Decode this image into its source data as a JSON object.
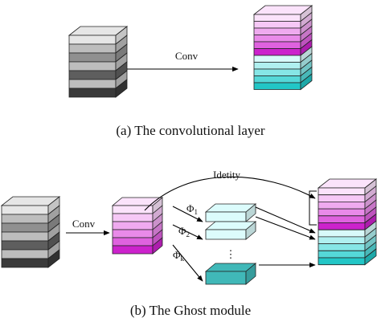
{
  "panel_a": {
    "caption": "(a) The convolutional layer",
    "conv_label": "Conv"
  },
  "panel_b": {
    "caption": "(b) The Ghost module",
    "conv_label": "Conv",
    "identity_label": "Idetity",
    "phi_symbol": "Φ",
    "phi_subscripts": [
      "1",
      "2",
      "k"
    ],
    "ellipsis": "⋮"
  },
  "colors": {
    "gray_layers": [
      "#e6e6e6",
      "#bdbdbd",
      "#909090",
      "#bdbdbd",
      "#5e5e5e",
      "#bdbdbd",
      "#3a3a3a"
    ],
    "magenta_layers": [
      "#fbe3fb",
      "#f6c8f6",
      "#efaaef",
      "#e98ae9",
      "#df62df",
      "#cc22cc"
    ],
    "cyan_layers": [
      "#d8fafa",
      "#b0f0f0",
      "#86e6e6",
      "#55d8d8",
      "#22c6c6"
    ],
    "light_cyan": "#dcfcfc",
    "teal": "#40b8b8"
  }
}
